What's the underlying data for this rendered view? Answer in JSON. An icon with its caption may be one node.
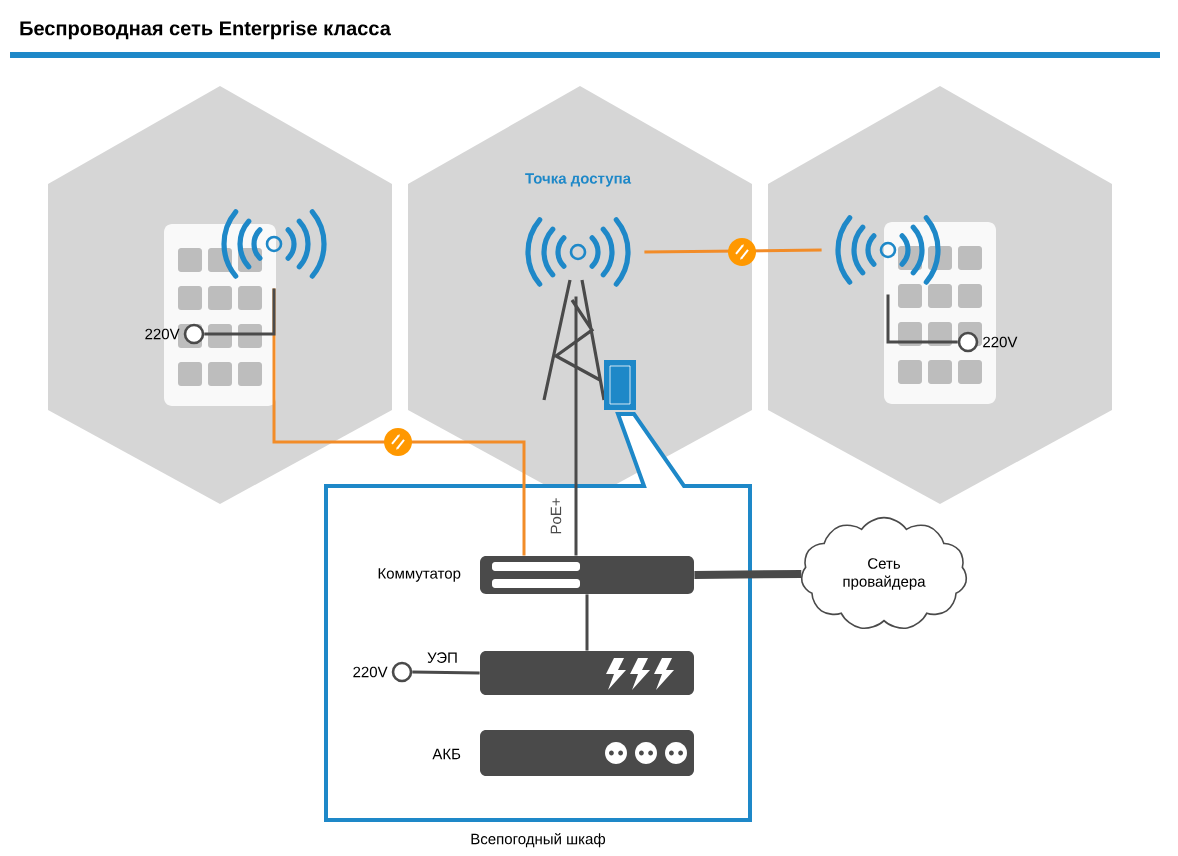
{
  "diagram": {
    "title": "Беспроводная сеть Enterprise класса",
    "nodes": [
      {
        "text": [
          "Всепогодный шкаф"
        ]
      },
      {
        "text": [
          "Коммутатор"
        ],
        "in": 0
      },
      {
        "text": [
          "УЭП"
        ],
        "in": 0
      },
      {
        "text": [
          "АКБ"
        ],
        "in": 0
      },
      {
        "text": [
          "Сеть провайдера"
        ]
      },
      {
        "text": [
          "Точка доступа"
        ]
      },
      {
        "text": [],
        "shape": "picture"
      },
      {
        "text": [],
        "shape": "picture"
      },
      {
        "text": [
          "220V"
        ]
      },
      {
        "text": [
          "220V"
        ]
      },
      {
        "text": [
          "220V"
        ],
        "in": 0
      }
    ],
    "edges": [
      {
        "from": 6,
        "to": 1,
        "arrow": "none",
        "color": "#f28c28"
      },
      {
        "from": 5,
        "to": 7,
        "arrow": "none",
        "color": "#f28c28"
      },
      {
        "from": 1,
        "to": 5,
        "arrow": "none",
        "label": "PoE+"
      },
      {
        "from": 1,
        "to": 2,
        "arrow": "none"
      },
      {
        "from": 1,
        "to": 4,
        "arrow": "none",
        "style": "thick"
      },
      {
        "from": 8,
        "to": 6,
        "arrow": "none"
      },
      {
        "from": 9,
        "to": 7,
        "arrow": "none"
      },
      {
        "from": 10,
        "to": 2,
        "arrow": "none"
      }
    ]
  }
}
